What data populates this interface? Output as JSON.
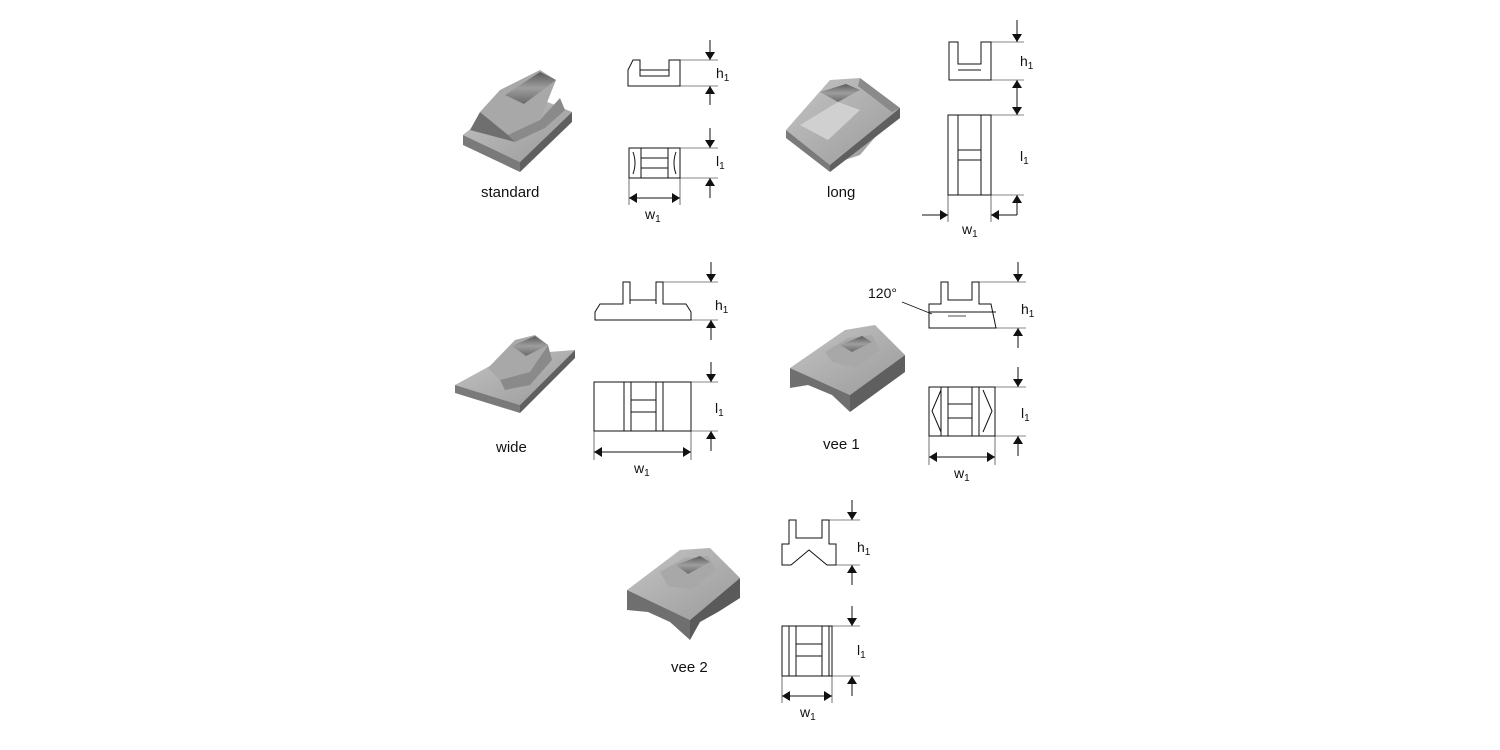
{
  "variants": [
    {
      "id": "standard",
      "label": "standard"
    },
    {
      "id": "long",
      "label": "long"
    },
    {
      "id": "wide",
      "label": "wide"
    },
    {
      "id": "vee1",
      "label": "vee 1"
    },
    {
      "id": "vee2",
      "label": "vee 2"
    }
  ],
  "dims": {
    "h": "h",
    "l": "l",
    "w": "w",
    "sub": "1"
  },
  "angle_label": "120°",
  "colors": {
    "solid_light": "#b9b9b9",
    "solid_mid": "#979797",
    "solid_dark": "#6f6f6f",
    "line": "#111111"
  }
}
